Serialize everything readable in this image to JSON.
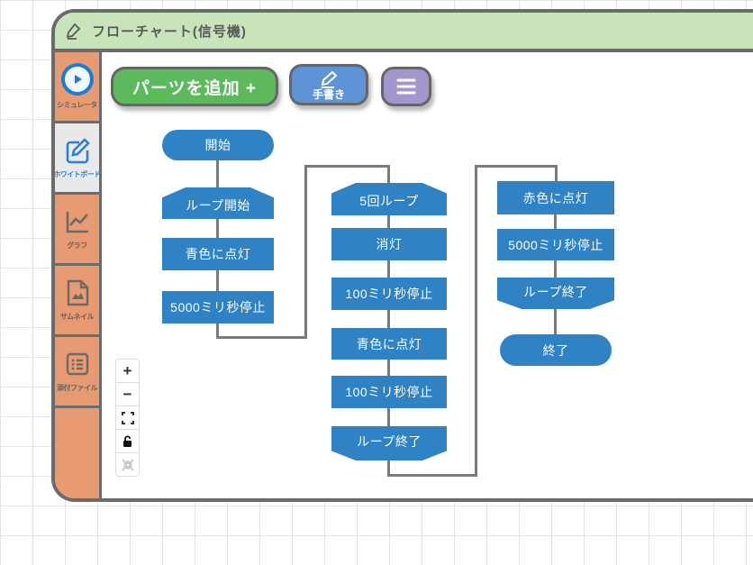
{
  "window": {
    "title": "フローチャート(信号機)"
  },
  "sidebar": {
    "items": [
      {
        "label": "シミュレータ",
        "icon": "play-icon",
        "active": false
      },
      {
        "label": "ホワイトボード",
        "icon": "whiteboard-edit-icon",
        "active": true
      },
      {
        "label": "グラフ",
        "icon": "graph-icon",
        "active": false
      },
      {
        "label": "サムネイル",
        "icon": "thumbnail-icon",
        "active": false
      },
      {
        "label": "添付ファイル",
        "icon": "attachment-list-icon",
        "active": false
      }
    ]
  },
  "toolbar": {
    "add_parts_label": "パーツを追加 +",
    "handwriting_label": "手書き",
    "menu_icon": "hamburger-menu-icon"
  },
  "flowchart": {
    "node_color": "#2f82c4",
    "connector_color": "#7a7a7a",
    "nodes": [
      {
        "label": "開始",
        "shape": "terminal",
        "column": 1
      },
      {
        "label": "ループ開始",
        "shape": "loop-start",
        "column": 1
      },
      {
        "label": "青色に点灯",
        "shape": "process",
        "column": 1
      },
      {
        "label": "5000ミリ秒停止",
        "shape": "process",
        "column": 1
      },
      {
        "label": "5回ループ",
        "shape": "loop-start",
        "column": 2
      },
      {
        "label": "消灯",
        "shape": "process",
        "column": 2
      },
      {
        "label": "100ミリ秒停止",
        "shape": "process",
        "column": 2
      },
      {
        "label": "青色に点灯",
        "shape": "process",
        "column": 2
      },
      {
        "label": "100ミリ秒停止",
        "shape": "process",
        "column": 2
      },
      {
        "label": "ループ終了",
        "shape": "loop-end",
        "column": 2
      },
      {
        "label": "赤色に点灯",
        "shape": "process",
        "column": 3
      },
      {
        "label": "5000ミリ秒停止",
        "shape": "process",
        "column": 3
      },
      {
        "label": "ループ終了",
        "shape": "loop-end",
        "column": 3
      },
      {
        "label": "終了",
        "shape": "terminal",
        "column": 3
      }
    ]
  },
  "zoom_controls": {
    "zoom_in": "+",
    "zoom_out": "−",
    "icons": [
      "fit-screen-icon",
      "unlock-icon",
      "collapse-icon"
    ]
  },
  "colors": {
    "titlebar_green": "#c9e3ba",
    "sidebar_salmon": "#e89b72",
    "accent_blue": "#2d7fd1",
    "node_blue": "#2f82c4",
    "button_green": "#5cba5c",
    "button_blue": "#5f93d8",
    "button_purple": "#a296cd",
    "window_border": "#6b6b6b"
  }
}
